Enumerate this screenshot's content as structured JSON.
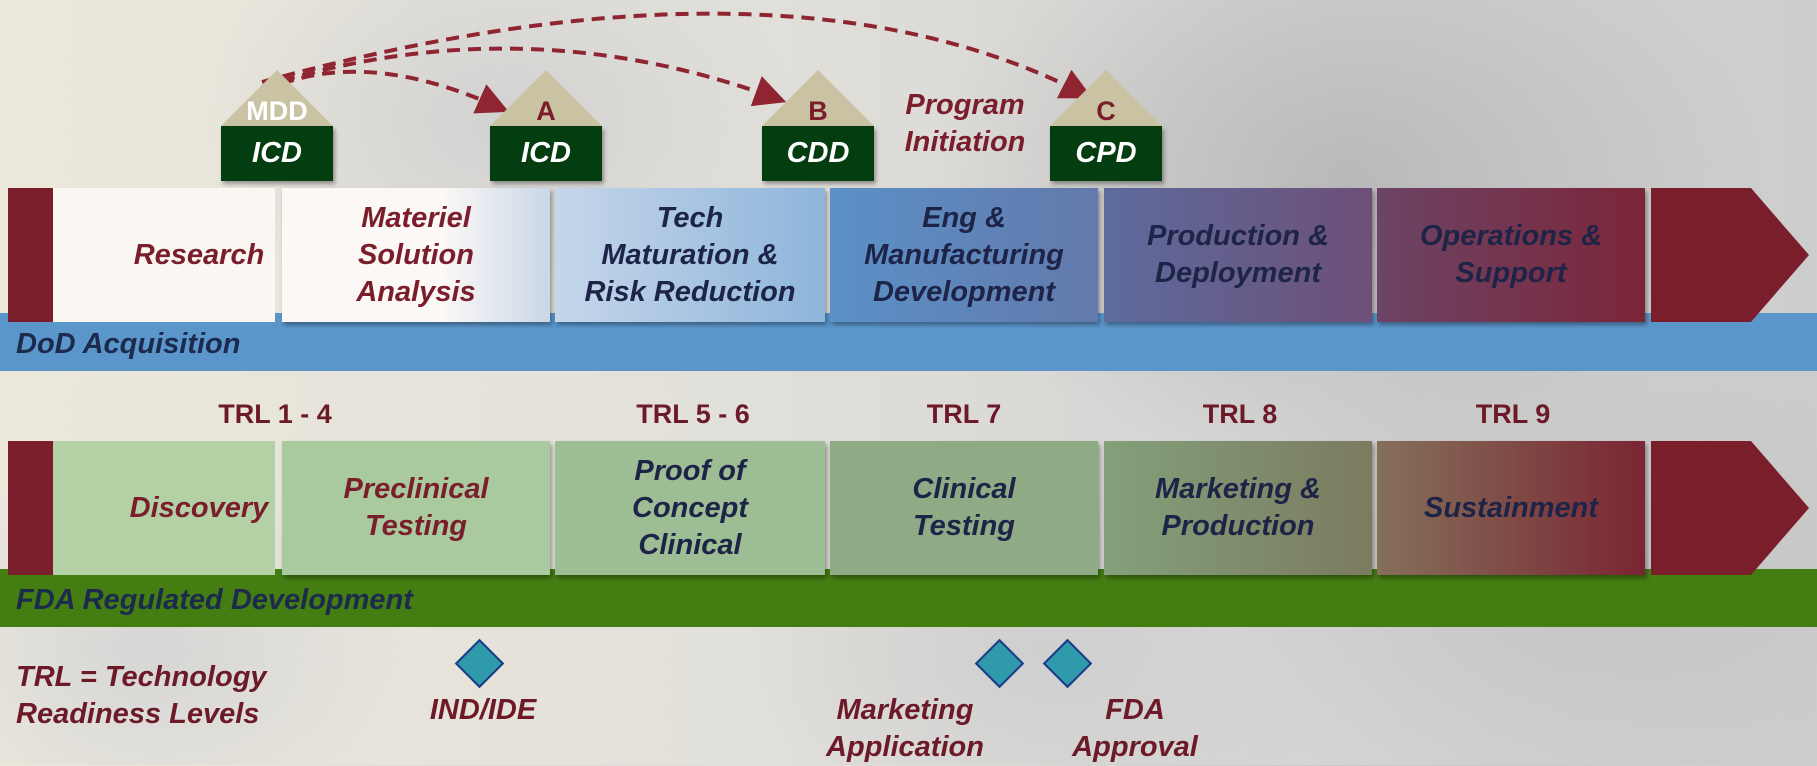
{
  "milestones": [
    {
      "letter": "MDD",
      "doc": "ICD"
    },
    {
      "letter": "A",
      "doc": "ICD"
    },
    {
      "letter": "B",
      "doc": "CDD"
    },
    {
      "letter": "C",
      "doc": "CPD"
    }
  ],
  "program_initiation": "Program\nInitiation",
  "dod": {
    "band_label": "DoD Acquisition",
    "phases": [
      "Research",
      "Materiel\nSolution\nAnalysis",
      "Tech\nMaturation &\nRisk Reduction",
      "Eng &\nManufacturing\nDevelopment",
      "Production &\nDeployment",
      "Operations &\nSupport"
    ]
  },
  "trl_labels": [
    "TRL 1 - 4",
    "TRL 5 - 6",
    "TRL 7",
    "TRL 8",
    "TRL 9"
  ],
  "fda": {
    "band_label": "FDA Regulated Development",
    "phases": [
      "Discovery",
      "Preclinical\nTesting",
      "Proof of\nConcept\nClinical",
      "Clinical\nTesting",
      "Marketing &\nProduction",
      "Sustainment"
    ]
  },
  "trl_note": "TRL = Technology\nReadiness Levels",
  "fda_milestones": [
    "IND/IDE",
    "Marketing\nApplication",
    "FDA\nApproval"
  ],
  "colors": {
    "maroon": "#7a1e2c",
    "navy_text": "#1d2447",
    "dod_band": "#5b96cb",
    "fda_band": "#447d12",
    "milestone_box": "#033d10",
    "milestone_triangle": "#c9c3a3",
    "diamond": "#2f9aa9"
  }
}
